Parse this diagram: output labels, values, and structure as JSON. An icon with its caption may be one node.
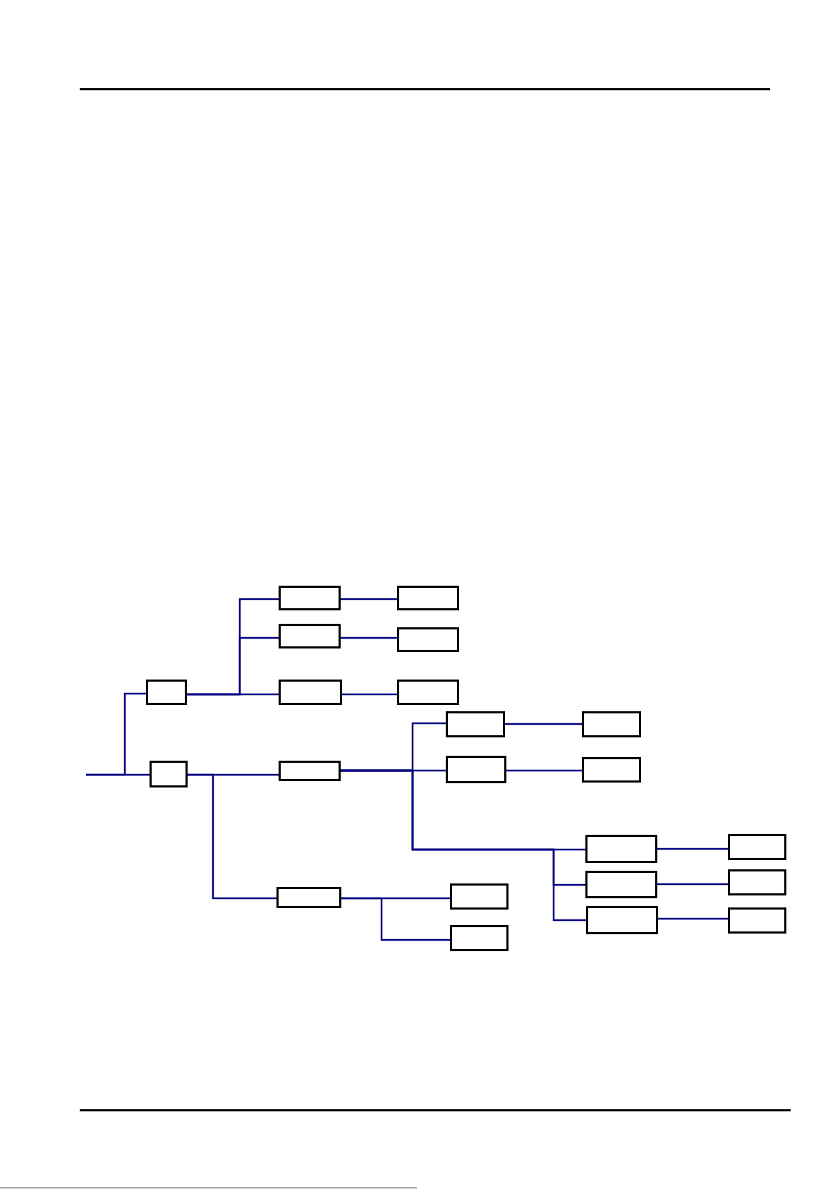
{
  "diagram": {
    "nodes": [
      {
        "text": [],
        "shape": "box"
      },
      {
        "text": [],
        "shape": "box"
      },
      {
        "text": [],
        "shape": "box"
      },
      {
        "text": [],
        "shape": "box"
      },
      {
        "text": [],
        "shape": "box"
      },
      {
        "text": [],
        "shape": "box"
      },
      {
        "text": [],
        "shape": "box"
      },
      {
        "text": [],
        "shape": "box"
      },
      {
        "text": [],
        "shape": "box"
      },
      {
        "text": [],
        "shape": "box"
      },
      {
        "text": [],
        "shape": "box"
      },
      {
        "text": [],
        "shape": "box"
      },
      {
        "text": [],
        "shape": "box"
      },
      {
        "text": [],
        "shape": "box"
      },
      {
        "text": [],
        "shape": "box"
      },
      {
        "text": [],
        "shape": "box"
      },
      {
        "text": [],
        "shape": "box"
      },
      {
        "text": [],
        "shape": "box"
      },
      {
        "text": [],
        "shape": "box"
      },
      {
        "text": [],
        "shape": "box"
      },
      {
        "text": [],
        "shape": "box"
      },
      {
        "text": [],
        "shape": "box"
      }
    ],
    "edges": [
      {
        "from": null,
        "to": 0,
        "arrow": "none"
      },
      {
        "from": null,
        "to": 7,
        "arrow": "none"
      },
      {
        "from": 0,
        "to": 1,
        "arrow": "none"
      },
      {
        "from": 0,
        "to": 3,
        "arrow": "none"
      },
      {
        "from": 0,
        "to": 5,
        "arrow": "none"
      },
      {
        "from": 1,
        "to": 2,
        "arrow": "none"
      },
      {
        "from": 3,
        "to": 4,
        "arrow": "none"
      },
      {
        "from": 5,
        "to": 6,
        "arrow": "none"
      },
      {
        "from": 7,
        "to": 8,
        "arrow": "none"
      },
      {
        "from": 7,
        "to": 19,
        "arrow": "none"
      },
      {
        "from": 8,
        "to": 9,
        "arrow": "none"
      },
      {
        "from": 8,
        "to": 11,
        "arrow": "none"
      },
      {
        "from": 8,
        "to": 13,
        "arrow": "none"
      },
      {
        "from": 8,
        "to": 15,
        "arrow": "none"
      },
      {
        "from": 8,
        "to": 17,
        "arrow": "none"
      },
      {
        "from": 9,
        "to": 10,
        "arrow": "none"
      },
      {
        "from": 11,
        "to": 12,
        "arrow": "none"
      },
      {
        "from": 13,
        "to": 14,
        "arrow": "none"
      },
      {
        "from": 15,
        "to": 16,
        "arrow": "none"
      },
      {
        "from": 17,
        "to": 18,
        "arrow": "none"
      },
      {
        "from": 19,
        "to": 20,
        "arrow": "none"
      },
      {
        "from": 19,
        "to": 21,
        "arrow": "none"
      }
    ]
  }
}
